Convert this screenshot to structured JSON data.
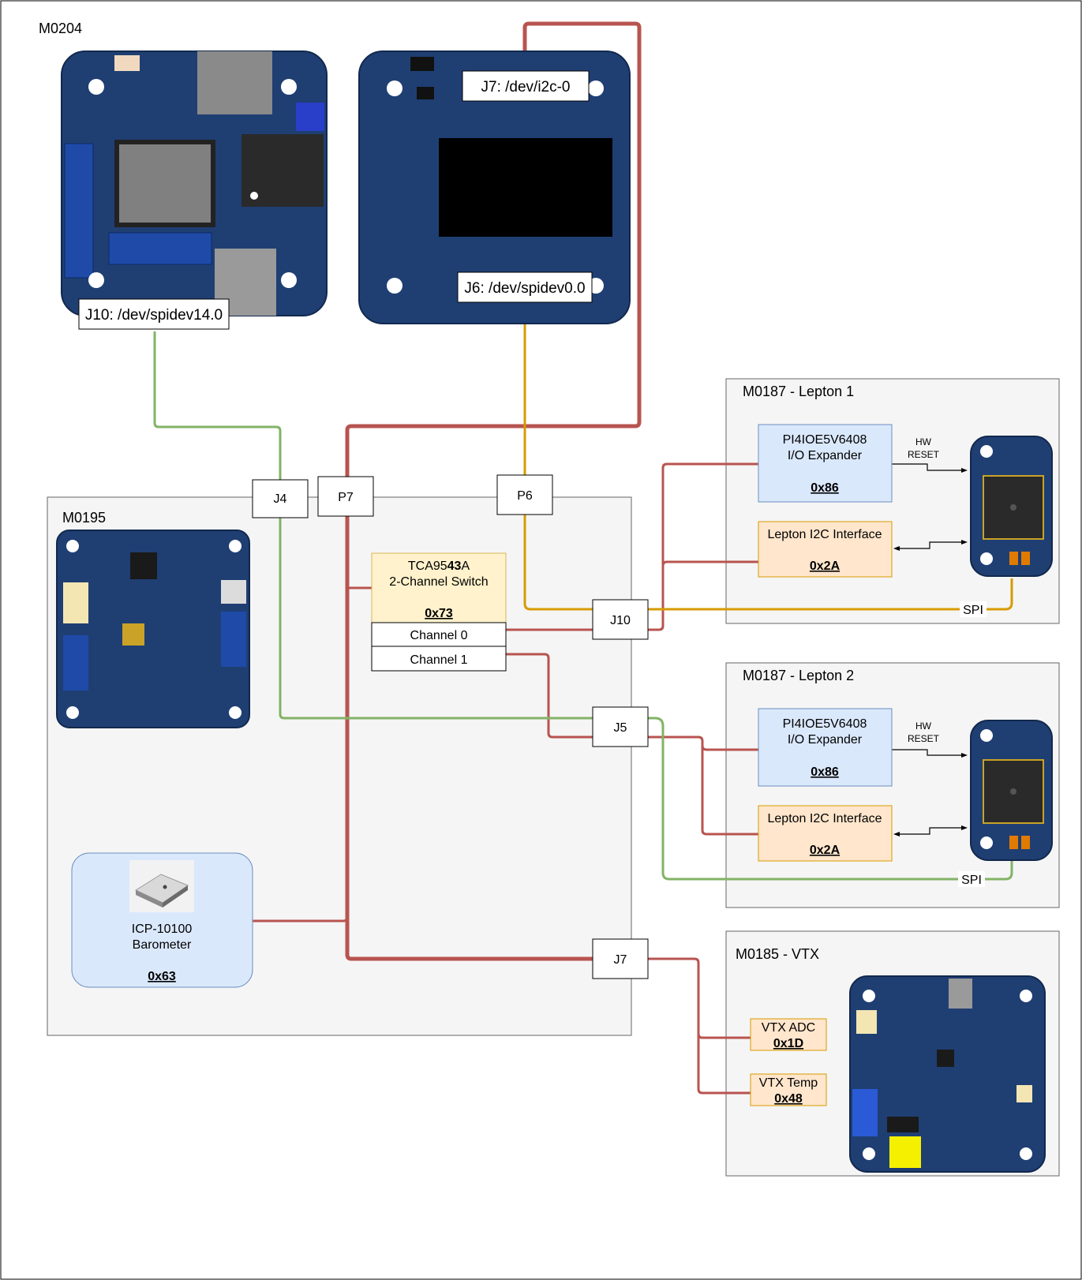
{
  "boards": {
    "m0204": {
      "title": "M0204",
      "j10_label": "J10: /dev/spidev14.0",
      "j7_label": "J7: /dev/i2c-0",
      "j6_label": "J6: /dev/spidev0.0"
    },
    "m0195": {
      "title": "M0195",
      "connectors": {
        "j4": "J4",
        "p7": "P7",
        "p6": "P6",
        "j10": "J10",
        "j5": "J5",
        "j7": "J7"
      },
      "switch": {
        "name_pre": "TCA95",
        "name_bold": "43",
        "name_post": "A",
        "desc": "2-Channel Switch",
        "addr": "0x73",
        "ch0": "Channel 0",
        "ch1": "Channel 1"
      },
      "barometer": {
        "name": "ICP-10100",
        "desc": "Barometer",
        "addr": "0x63"
      }
    },
    "lepton1": {
      "title": "M0187 - Lepton 1",
      "expander": {
        "name": "PI4IOE5V6408",
        "desc": "I/O Expander",
        "addr": "0x86"
      },
      "i2c": {
        "name": "Lepton I2C Interface",
        "addr": "0x2A"
      },
      "hw_reset": [
        "HW",
        "RESET"
      ],
      "spi": "SPI"
    },
    "lepton2": {
      "title": "M0187 - Lepton 2",
      "expander": {
        "name": "PI4IOE5V6408",
        "desc": "I/O Expander",
        "addr": "0x86"
      },
      "i2c": {
        "name": "Lepton I2C Interface",
        "addr": "0x2A"
      },
      "hw_reset": [
        "HW",
        "RESET"
      ],
      "spi": "SPI"
    },
    "vtx": {
      "title": "M0185 - VTX",
      "adc": {
        "name": "VTX ADC",
        "addr": "0x1D"
      },
      "temp": {
        "name": "VTX Temp",
        "addr": "0x48"
      }
    }
  },
  "colors": {
    "i2c": "#b85450",
    "spi_primary": "#d79b00",
    "spi_secondary": "#82b366"
  }
}
